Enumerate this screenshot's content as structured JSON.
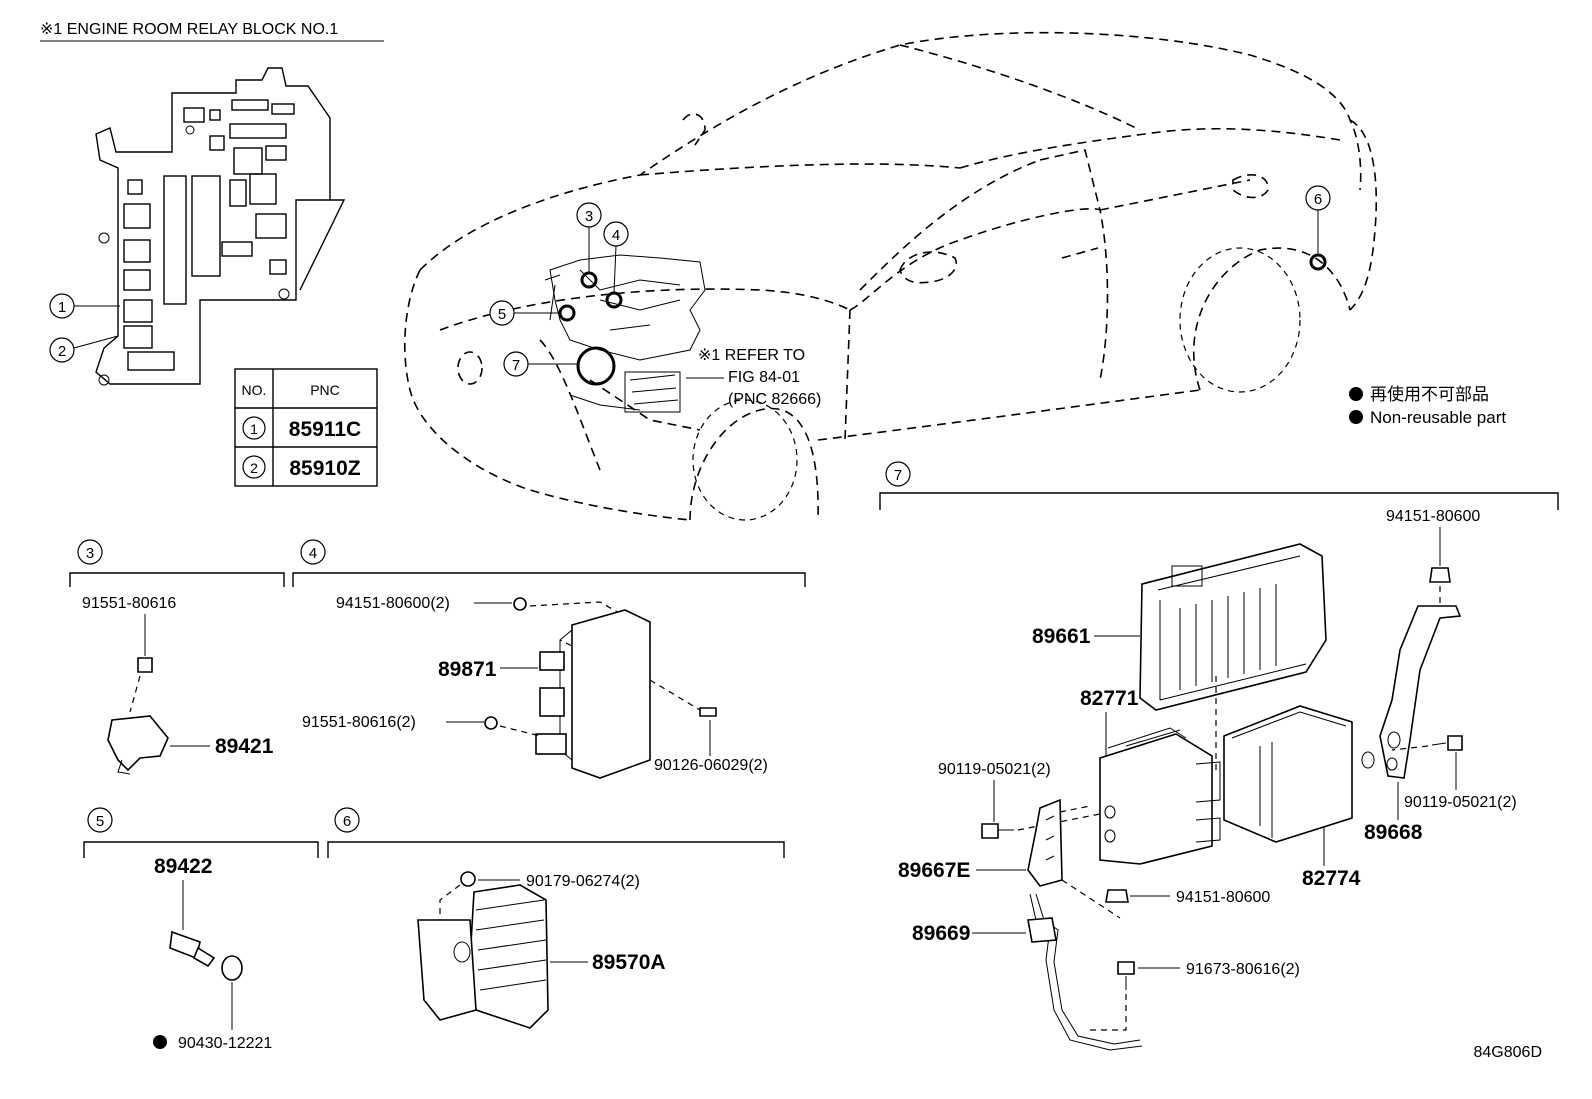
{
  "header": {
    "title": "※1 ENGINE ROOM RELAY BLOCK  NO.1"
  },
  "table": {
    "headers": [
      "NO.",
      "PNC"
    ],
    "rows": [
      {
        "no": "1",
        "pnc": "85911C"
      },
      {
        "no": "2",
        "pnc": "85910Z"
      }
    ]
  },
  "refer_note": [
    "※1 REFER TO",
    "FIG 84-01",
    "(PNC 82666)"
  ],
  "legend": {
    "items": [
      "再使用不可部品",
      "Non-reusable part"
    ]
  },
  "markers": [
    "1",
    "2",
    "3",
    "4",
    "5",
    "6",
    "7"
  ],
  "sections": {
    "s3": {
      "no": "3",
      "parts": [
        "91551-80616",
        "89421"
      ]
    },
    "s4": {
      "no": "4",
      "parts": [
        "94151-80600(2)",
        "89871",
        "91551-80616(2)",
        "90126-06029(2)"
      ]
    },
    "s5": {
      "no": "5",
      "parts": [
        "89422",
        "90430-12221"
      ]
    },
    "s6": {
      "no": "6",
      "parts": [
        "90179-06274(2)",
        "89570A"
      ]
    },
    "s7": {
      "no": "7",
      "parts": [
        "94151-80600",
        "89661",
        "82771",
        "90119-05021(2)",
        "90119-05021(2)",
        "89668",
        "82774",
        "89667E",
        "94151-80600",
        "89669",
        "91673-80616(2)"
      ]
    }
  },
  "figure_id": "84G806D"
}
